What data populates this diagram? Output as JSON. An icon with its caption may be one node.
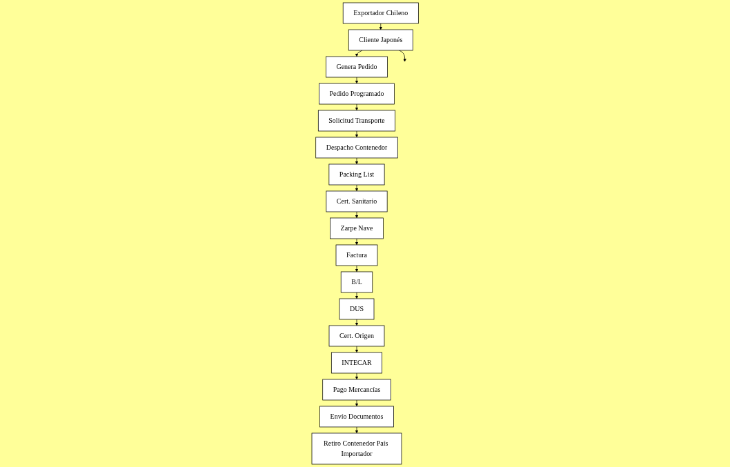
{
  "diagram": {
    "nodes": [
      {
        "text": [
          "Exportador Chileno"
        ]
      },
      {
        "text": [
          "Cliente Japonés"
        ]
      },
      {
        "text": [
          "Genera Pedido"
        ]
      },
      {
        "text": [
          "Pedido Programado"
        ]
      },
      {
        "text": [
          "Solicitud Transporte"
        ]
      },
      {
        "text": [
          "Despacho Contenedor"
        ]
      },
      {
        "text": [
          "Packing List"
        ]
      },
      {
        "text": [
          "Cert. Sanitario"
        ]
      },
      {
        "text": [
          "Zarpe Nave"
        ]
      },
      {
        "text": [
          "Factura"
        ]
      },
      {
        "text": [
          "B/L"
        ]
      },
      {
        "text": [
          "DUS"
        ]
      },
      {
        "text": [
          "Cert. Origen"
        ]
      },
      {
        "text": [
          "INTECAR"
        ]
      },
      {
        "text": [
          "Pago Mercancías"
        ]
      },
      {
        "text": [
          "Envío Documentos"
        ]
      },
      {
        "text": [
          "Retiro Contenedor País Importador"
        ]
      }
    ],
    "edges": [
      {
        "from": 0,
        "to": 1,
        "arrow": "to"
      },
      {
        "from": 1,
        "to": null,
        "arrow": "to"
      },
      {
        "from": 1,
        "to": 2,
        "arrow": "to"
      },
      {
        "from": 2,
        "to": 3,
        "arrow": "to"
      },
      {
        "from": 3,
        "to": 4,
        "arrow": "to"
      },
      {
        "from": 4,
        "to": 5,
        "arrow": "to"
      },
      {
        "from": 5,
        "to": 6,
        "arrow": "to"
      },
      {
        "from": 6,
        "to": 7,
        "arrow": "to"
      },
      {
        "from": 7,
        "to": 8,
        "arrow": "to"
      },
      {
        "from": 8,
        "to": 9,
        "arrow": "to"
      },
      {
        "from": 9,
        "to": 10,
        "arrow": "to"
      },
      {
        "from": 10,
        "to": 11,
        "arrow": "to"
      },
      {
        "from": 11,
        "to": 12,
        "arrow": "to"
      },
      {
        "from": 12,
        "to": 13,
        "arrow": "to"
      },
      {
        "from": 13,
        "to": 14,
        "arrow": "to"
      },
      {
        "from": 14,
        "to": 15,
        "arrow": "to"
      },
      {
        "from": 15,
        "to": 16,
        "arrow": "to"
      }
    ]
  }
}
